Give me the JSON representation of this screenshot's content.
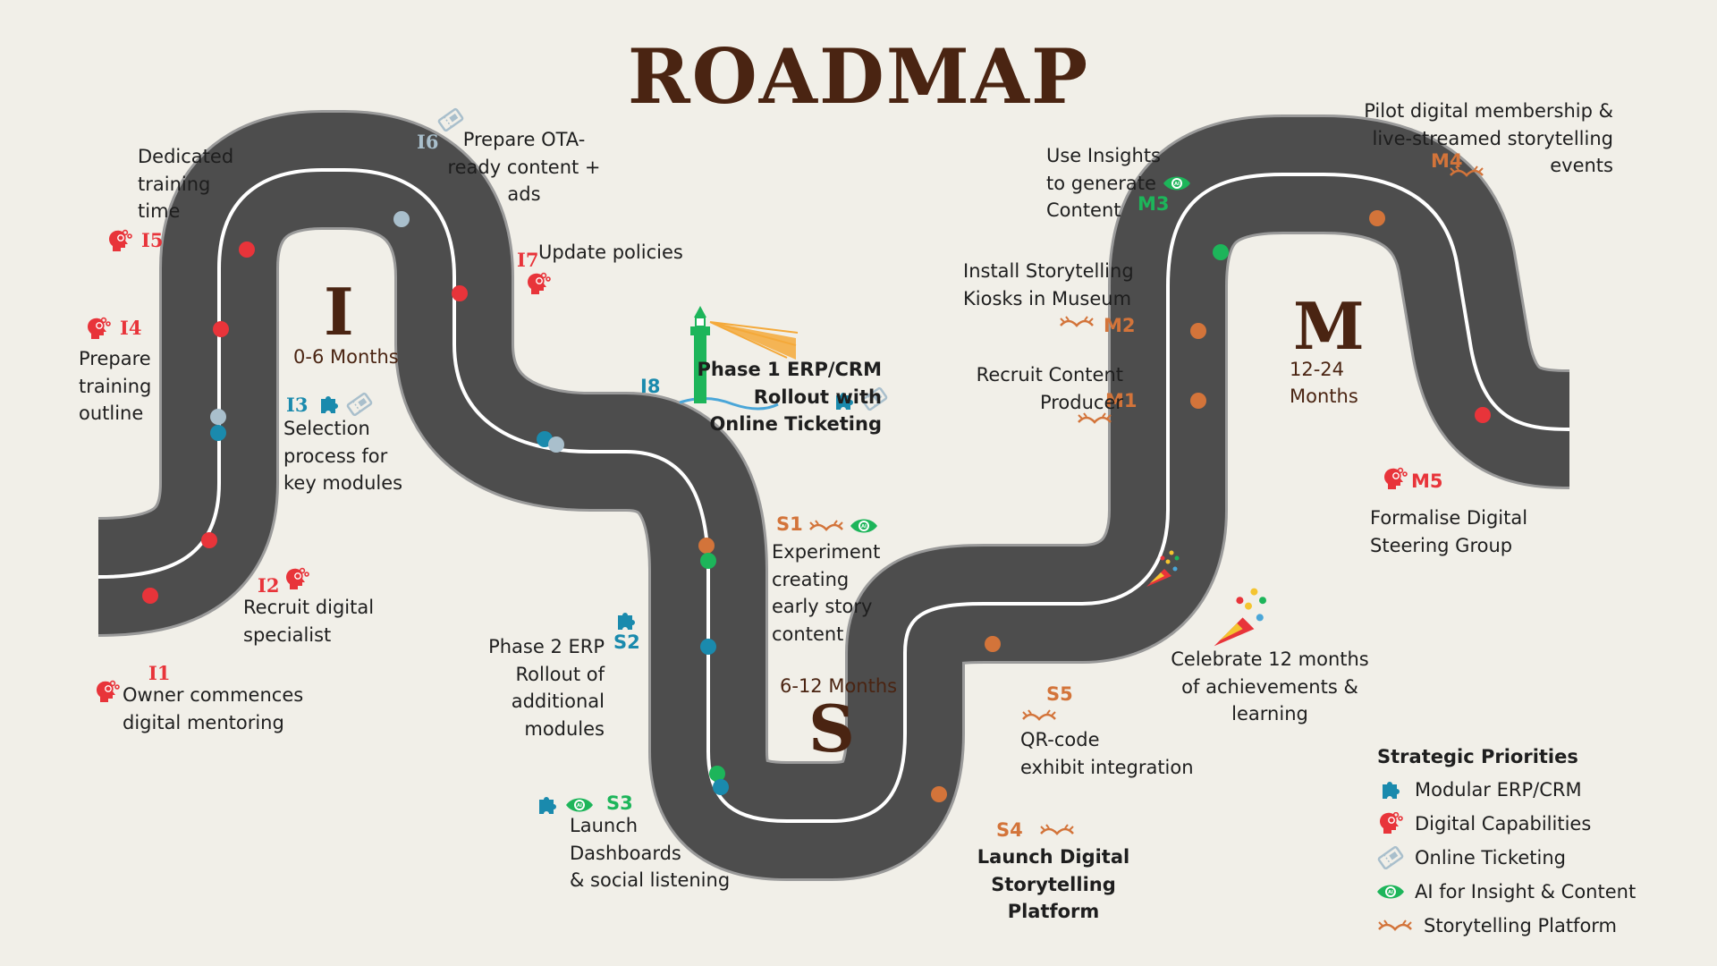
{
  "title": "ROADMAP",
  "phases": {
    "I": {
      "letter": "I",
      "range": "0-6 Months"
    },
    "S": {
      "letter": "S",
      "range": "6-12 Months"
    },
    "M": {
      "letter": "M",
      "range": "12-24\nMonths"
    }
  },
  "milestones": {
    "I1": {
      "code": "I1",
      "text": "Owner commences\ndigital mentoring"
    },
    "I2": {
      "code": "I2",
      "text": "Recruit digital\nspecialist"
    },
    "I3": {
      "code": "I3",
      "text": "Selection\nprocess for\nkey modules"
    },
    "I4": {
      "code": "I4",
      "text": "Prepare\ntraining\noutline"
    },
    "I5": {
      "code": "I5",
      "text": "Dedicated\ntraining\ntime"
    },
    "I6": {
      "code": "I6",
      "text": "Prepare OTA-\nready content +\nads"
    },
    "I7": {
      "code": "I7",
      "text": "Update policies"
    },
    "I8": {
      "code": "I8",
      "text": "Phase 1 ERP/CRM\nRollout with\nOnline Ticketing"
    },
    "S1": {
      "code": "S1",
      "text": "Experiment\ncreating\nearly story\ncontent"
    },
    "S2": {
      "code": "S2",
      "text": "Phase 2 ERP\nRollout of\nadditional\nmodules"
    },
    "S3": {
      "code": "S3",
      "text": "Launch\nDashboards\n& social listening"
    },
    "S4": {
      "code": "S4",
      "text": "Launch Digital\nStorytelling Platform"
    },
    "S5": {
      "code": "S5",
      "text": "QR-code\nexhibit integration"
    },
    "M1": {
      "code": "M1",
      "text": "Recruit Content\nProducer"
    },
    "M2": {
      "code": "M2",
      "text": "Install Storytelling\nKiosks in Museum"
    },
    "M3": {
      "code": "M3",
      "text": "Use Insights\nto generate\nContent"
    },
    "M4": {
      "code": "M4",
      "text": "Pilot digital membership &\nlive-streamed storytelling\nevents"
    },
    "M5": {
      "code": "M5",
      "text": "Formalise Digital\nSteering Group"
    },
    "celebrate": {
      "text": "Celebrate 12 months\nof achievements &\nlearning"
    }
  },
  "legend": {
    "title": "Strategic Priorities",
    "items": [
      {
        "label": "Modular ERP/CRM",
        "icon": "puzzle-icon",
        "color": "#1a8aad"
      },
      {
        "label": "Digital Capabilities",
        "icon": "head-gears-icon",
        "color": "#e8343a"
      },
      {
        "label": "Online Ticketing",
        "icon": "ticket-icon",
        "color": "#a9bfcc"
      },
      {
        "label": "AI for Insight & Content",
        "icon": "ai-eye-icon",
        "color": "#1db55a"
      },
      {
        "label": "Storytelling Platform",
        "icon": "open-book-icon",
        "color": "#d3743a"
      }
    ]
  },
  "colors": {
    "road": "#4d4d4d",
    "road_edge": "#9a9a9a",
    "lane": "#ffffff",
    "title": "#4a2412",
    "erp": "#1a8aad",
    "capabilities": "#e8343a",
    "ticketing": "#a9bfcc",
    "ai": "#1db55a",
    "storytelling": "#d3743a"
  }
}
